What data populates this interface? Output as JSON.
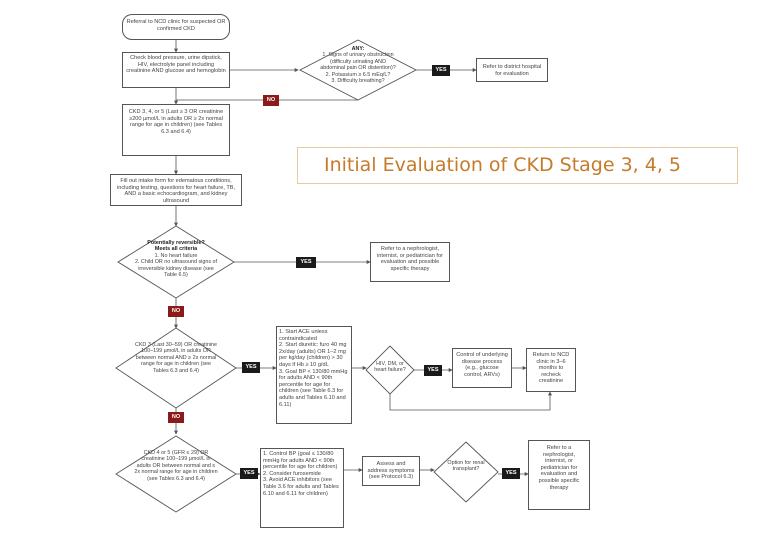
{
  "title": "Initial Evaluation of CKD Stage  3, 4, 5",
  "nodes": {
    "referral": "Referral to NCD clinic for suspected OR confirmed CKD",
    "initial_workup": "Check blood pressure, urine dipstick, HIV, electrolyte panel including creatinine AND glucose and hemoglobin",
    "any_head": "ANY:",
    "any_items": [
      "1. Signs of urinary obstruction (difficulty urinating AND abdominal pain OR distention)?",
      "2. Potassium ≥ 6.5 mEq/L?",
      "3. Difficulty breathing?"
    ],
    "refer_hospital": "Refer to district hospital for evaluation",
    "ckd345": "CKD 3, 4, or 5 (Last ≥ 3 OR creatinine ≥200 µmol/L in adults OR ≥ 2x normal range for age in children) (see Tables 6.3 and 6.4)",
    "fill_intake": "Fill out intake form for edematous conditions, including testing, questions for heart failure, TB, AND a basic echocardiogram, and kidney ultrasound",
    "reversible_head": "Potentially reversible?",
    "reversible_sub": "Meets all criteria",
    "reversible_items": [
      "1. No heart failure",
      "2. Child OR no ultrasound signs of irreversible kidney disease (see Table 6.5)"
    ],
    "refer_nephro": "Refer to a nephrologist, internist, or pediatrician for evaluation and possible specific therapy",
    "ckd3": "CKD 3 (Last 30–59) OR creatinine 100–199 µmol/L in adults OR between normal AND ≥ 2x normal range for age in children (see Tables 6.3 and 6.4)",
    "ckd3_actions": [
      "1. Start ACE unless contraindicated",
      "2. Start diuretic: furo 40 mg 2x/day (adults) OR 1–2 mg per kg/day (children) > 30 days if Hb ≥ 10 g/dL",
      "3. Goal BP < 130/80 mmHg for adults AND < 90th percentile for age for children (see Table 6.3 for adults and Tables 6.10 and 6.11)"
    ],
    "hiv_question": "HIV, DM, or heart failure?",
    "control_process": "Control of underlying disease process (e.g., glucose control, ARVs)",
    "return_ncd": "Return to NCD clinic in 3–6 months to recheck creatinine",
    "ckd45": "CKD 4 or 5 (GFR ≤ 29) OR creatinine 100–199 µmol/L in adults OR between normal and ≤ 2x normal range for age in children (see Tables 6.3 and 6.4)",
    "ckd45_actions": [
      "1. Control BP (goal ≤ 130/80 mmHg for adults AND < 90th percentile for age for children)",
      "2. Consider furosemide",
      "3. Avoid ACE inhibitors (see Table 3.6 for adults and Tables 6.10 and 6.11 for children)"
    ],
    "assess_symptoms": "Assess and address symptoms (see Protocol 6.3)",
    "option_transplant": "Option for renal transplant?",
    "refer_final": "Refer to a nephrologist, internist, or pediatrician for evaluation and possible specific therapy"
  },
  "labels": {
    "yes": "YES",
    "no": "NO"
  },
  "colors": {
    "title": "#c77a2a",
    "yes_tag": "#1a1a1a",
    "no_tag": "#8b1a1a",
    "line": "#555555"
  }
}
